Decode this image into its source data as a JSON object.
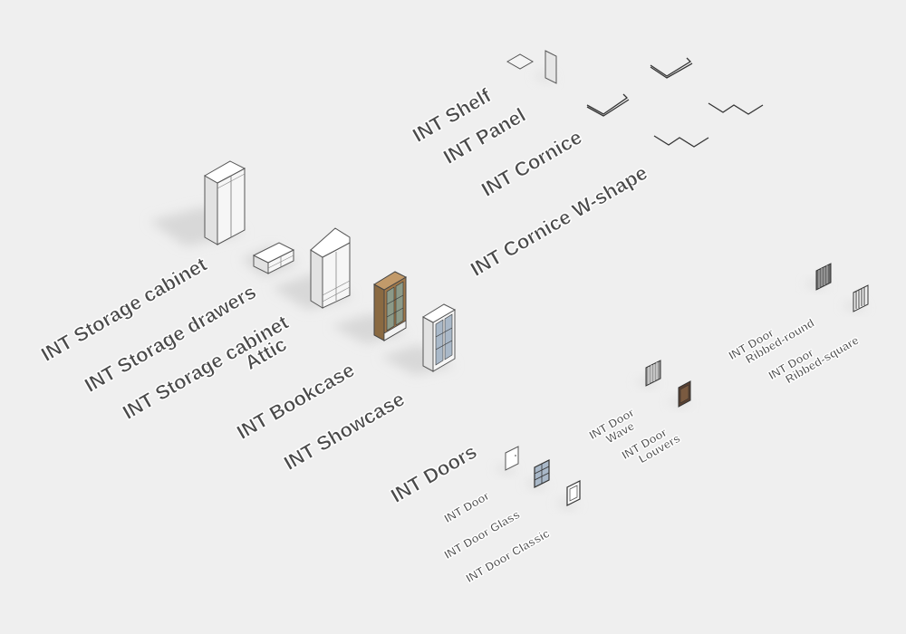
{
  "labels": {
    "shelf": "INT Shelf",
    "panel": "INT Panel",
    "cornice": "INT Cornice",
    "cornice_w": "INT Cornice W-shape",
    "storage_cabinet": "INT Storage cabinet",
    "storage_drawers": "INT Storage drawers",
    "storage_attic_1": "INT Storage cabinet",
    "storage_attic_2": "Attic",
    "bookcase": "INT Bookcase",
    "showcase": "INT Showcase",
    "doors": "INT Doors",
    "door": "INT Door",
    "door_glass": "INT Door Glass",
    "door_classic": "INT Door Classic",
    "door_wave_1": "INT Door",
    "door_wave_2": "Wave",
    "door_louvers_1": "INT Door",
    "door_louvers_2": "Louvers",
    "door_ribbed_round_1": "INT Door",
    "door_ribbed_round_2": "Ribbed-round",
    "door_ribbed_square_1": "INT Door",
    "door_ribbed_square_2": "Ribbed-square"
  },
  "colors": {
    "background": "#efefef",
    "label_text": "#4a4a4a",
    "wood": "#a0784a",
    "shadow": "#dcdcdc",
    "glass": "#a9b8c8"
  }
}
